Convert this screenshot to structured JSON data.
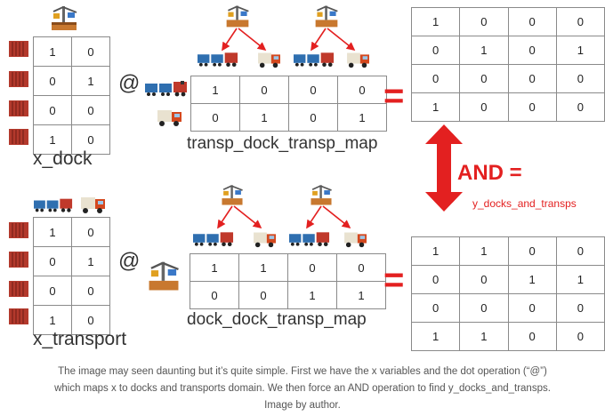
{
  "labels": {
    "x_dock": "x_dock",
    "x_transport": "x_transport",
    "transp_dock_transp_map": "transp_dock_transp_map",
    "dock_dock_transp_map": "dock_dock_transp_map",
    "and": "AND =",
    "y_docks_and_transps": "y_docks_and_transps",
    "at_symbol": "@",
    "equals_symbol": "="
  },
  "matrices": {
    "x_dock": [
      [
        "1",
        "0"
      ],
      [
        "0",
        "1"
      ],
      [
        "0",
        "0"
      ],
      [
        "1",
        "0"
      ]
    ],
    "x_transport": [
      [
        "1",
        "0"
      ],
      [
        "0",
        "1"
      ],
      [
        "0",
        "0"
      ],
      [
        "1",
        "0"
      ]
    ],
    "transp_dock_transp_map": [
      [
        "1",
        "0",
        "0",
        "0"
      ],
      [
        "0",
        "1",
        "0",
        "1"
      ]
    ],
    "dock_dock_transp_map": [
      [
        "1",
        "1",
        "0",
        "0"
      ],
      [
        "0",
        "0",
        "1",
        "1"
      ]
    ],
    "result_top": [
      [
        "1",
        "0",
        "0",
        "0"
      ],
      [
        "0",
        "1",
        "0",
        "1"
      ],
      [
        "0",
        "0",
        "0",
        "0"
      ],
      [
        "1",
        "0",
        "0",
        "0"
      ]
    ],
    "result_bottom": [
      [
        "1",
        "1",
        "0",
        "0"
      ],
      [
        "0",
        "0",
        "1",
        "1"
      ],
      [
        "0",
        "0",
        "0",
        "0"
      ],
      [
        "1",
        "1",
        "0",
        "0"
      ]
    ]
  },
  "icons": {
    "dock": "crane-dock-icon",
    "train": "train-icon",
    "truck": "truck-icon",
    "container": "container-icon",
    "arrow": "red-arrow-icon",
    "double_arrow": "double-arrow-icon"
  },
  "colors": {
    "accent_red": "#e32020",
    "container_red": "#b3392c",
    "grid_border": "#8a8a8a"
  },
  "caption": {
    "line1": "The image may seen daunting but it’s quite simple. First we have the x variables and the dot operation (“@”)",
    "line2": "which maps x to docks and transports domain. We then force an AND operation to find y_docks_and_transps.",
    "line3": "Image by author."
  }
}
